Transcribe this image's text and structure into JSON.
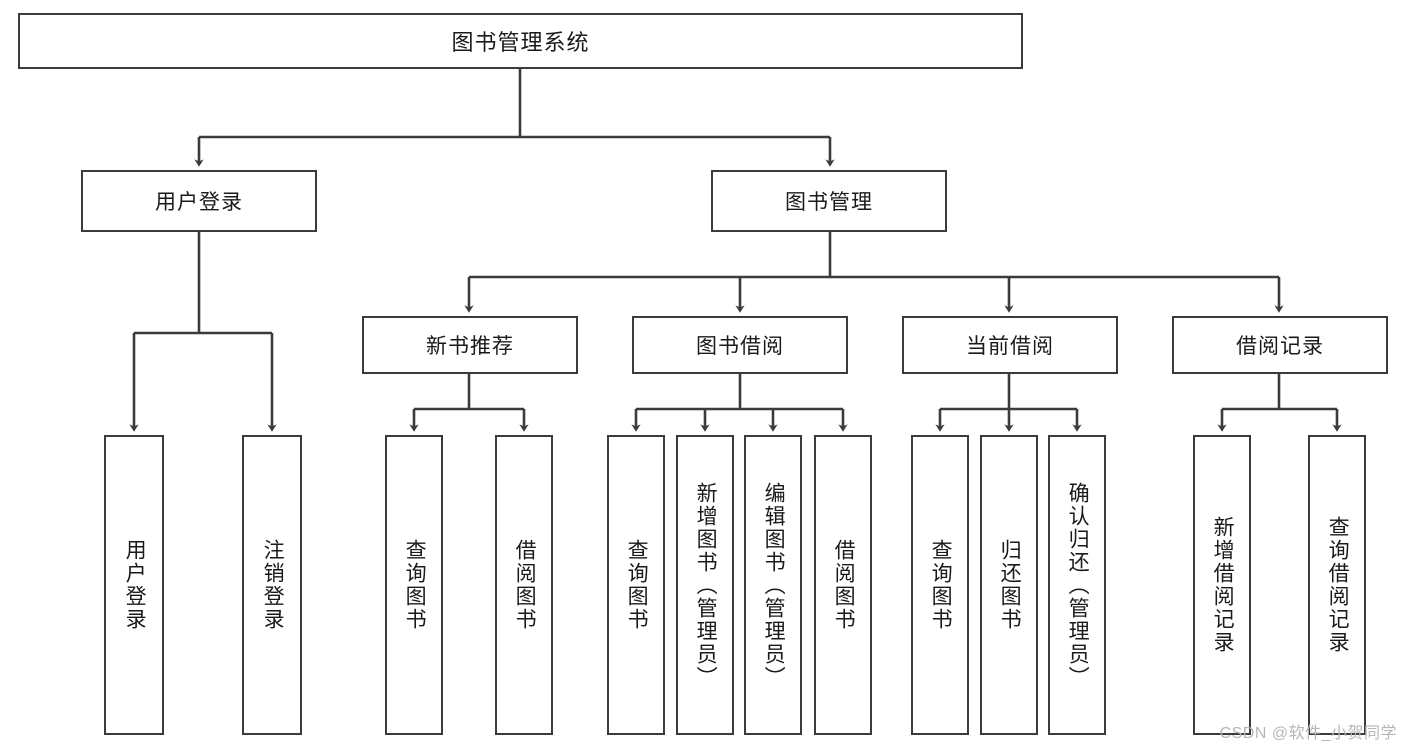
{
  "diagram": {
    "type": "tree-hierarchy-chart",
    "title": "图书管理系统",
    "watermark": "CSDN @软件_小贺同学",
    "colors": {
      "box_border": "#3b3b3b",
      "box_fill": "#ffffff",
      "connector": "#3b3b3b",
      "text": "#1a1a1a",
      "watermark": "#b6b6b6",
      "background": "#ffffff"
    },
    "nodes": {
      "root": {
        "label": "图书管理系统"
      },
      "level1": [
        {
          "label": "用户登录"
        },
        {
          "label": "图书管理"
        }
      ],
      "level2": [
        {
          "label": "新书推荐"
        },
        {
          "label": "图书借阅"
        },
        {
          "label": "当前借阅"
        },
        {
          "label": "借阅记录"
        }
      ],
      "leaves": {
        "user_login": [
          {
            "label": "用户登录"
          },
          {
            "label": "注销登录"
          }
        ],
        "new_book_recommend": [
          {
            "label": "查询图书"
          },
          {
            "label": "借阅图书"
          }
        ],
        "book_borrow": [
          {
            "label": "查询图书"
          },
          {
            "label": "新增图书（管理员）"
          },
          {
            "label": "编辑图书（管理员）"
          },
          {
            "label": "借阅图书"
          }
        ],
        "current_borrow": [
          {
            "label": "查询图书"
          },
          {
            "label": "归还图书"
          },
          {
            "label": "确认归还（管理员）"
          }
        ],
        "borrow_record": [
          {
            "label": "新增借阅记录"
          },
          {
            "label": "查询借阅记录"
          }
        ]
      }
    }
  }
}
